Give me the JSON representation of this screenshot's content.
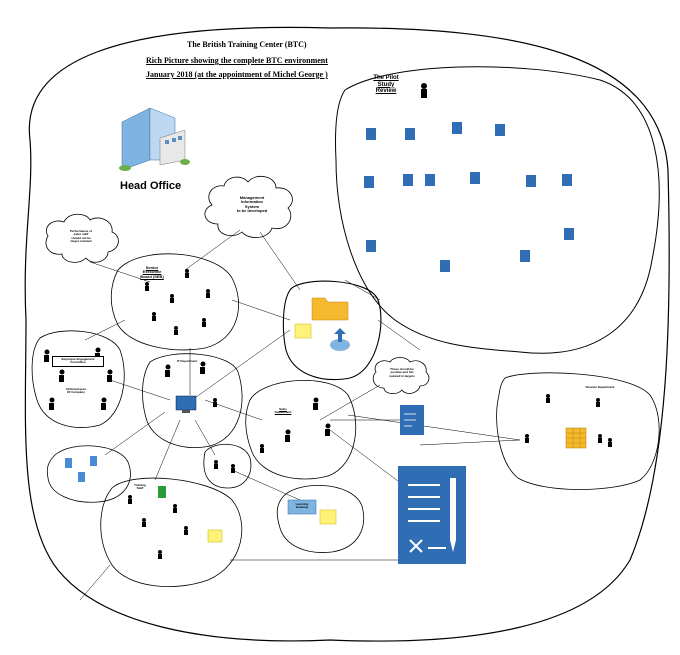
{
  "header": {
    "line1": "The British Training Center (BTC)",
    "line2": "Rich Picture showing the complete BTC environment",
    "line3": "January 2018 (at the appointment of Michel George )"
  },
  "head_office": {
    "label": "Head Office"
  },
  "pilot": {
    "title_l1": "The Pilot",
    "title_l2": "Study",
    "title_l3": "Review"
  },
  "mis_cloud": {
    "l1": "Management",
    "l2": "Information",
    "l3": "System",
    "l4": "to be developed"
  },
  "perf_cloud": {
    "l1": "Performance of",
    "l2": "sales staff",
    "l3": "should not be",
    "l4": "target oriented"
  },
  "target_cloud": {
    "l1": "These should be",
    "l2": "positive and fun",
    "l3": "natured in targets"
  },
  "seb": {
    "l1": "Senior",
    "l2": "Executive",
    "l3": "Board (SEB)"
  },
  "employee": {
    "committee_l1": "Employee Engagement",
    "committee_l2": "Committee",
    "all_l1": "All Employees",
    "all_l2": "Of Company"
  },
  "departments": {
    "it": "IT Department",
    "sales_l1": "Sales",
    "sales_l2": "Department",
    "finance": "Finance Department",
    "learning_l1": "Learning",
    "learning_l2": "Gateway",
    "training_l1": "Training",
    "training_l2": "Staff"
  }
}
